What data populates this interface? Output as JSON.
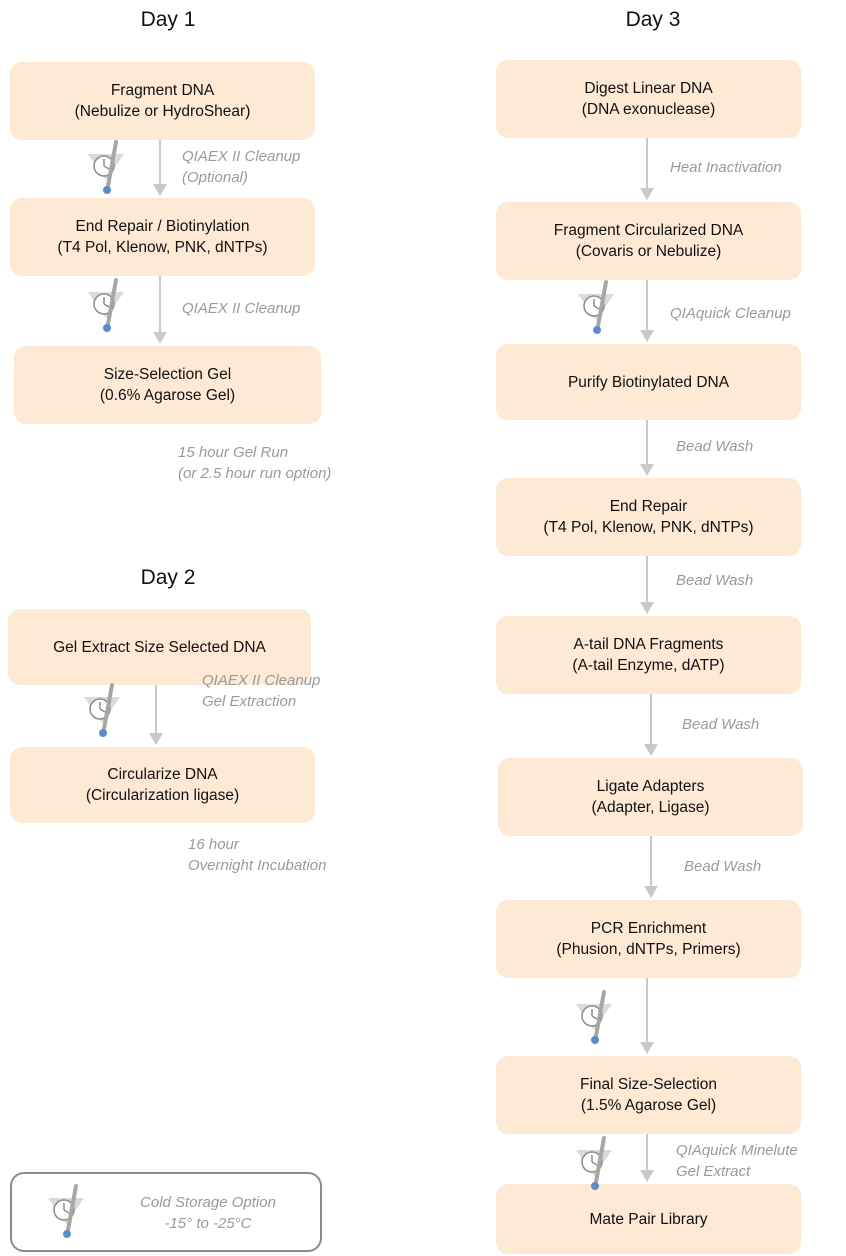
{
  "colors": {
    "box_fill": "#fde9d4",
    "arrow": "#c9c9c9",
    "note": "#9a9a9a",
    "timer_blue": "#5b8cc9"
  },
  "day1": {
    "title": "Day 1",
    "steps": [
      {
        "line1": "Fragment DNA",
        "line2": "(Nebulize or HydroShear)"
      },
      {
        "line1": "End Repair / Biotinylation",
        "line2": "(T4 Pol, Klenow, PNK, dNTPs)"
      },
      {
        "line1": "Size-Selection Gel",
        "line2": "(0.6% Agarose Gel)"
      }
    ],
    "notes": [
      {
        "line1": "QIAEX II Cleanup",
        "line2": "(Optional)"
      },
      {
        "line1": "QIAEX II Cleanup"
      },
      {
        "line1": "15 hour Gel Run",
        "line2": "(or 2.5 hour run option)"
      }
    ]
  },
  "day2": {
    "title": "Day 2",
    "steps": [
      {
        "line1": "Gel Extract Size Selected DNA"
      },
      {
        "line1": "Circularize DNA",
        "line2": "(Circularization ligase)"
      }
    ],
    "notes": [
      {
        "line1": "QIAEX II Cleanup",
        "line2": "Gel Extraction"
      },
      {
        "line1": "16 hour",
        "line2": "Overnight Incubation"
      }
    ]
  },
  "day3": {
    "title": "Day 3",
    "steps": [
      {
        "line1": "Digest Linear DNA",
        "line2": "(DNA exonuclease)"
      },
      {
        "line1": "Fragment Circularized DNA",
        "line2": "(Covaris or Nebulize)"
      },
      {
        "line1": "Purify Biotinylated DNA"
      },
      {
        "line1": "End Repair",
        "line2": "(T4 Pol, Klenow, PNK, dNTPs)"
      },
      {
        "line1": "A-tail DNA Fragments",
        "line2": "(A-tail Enzyme, dATP)"
      },
      {
        "line1": "Ligate Adapters",
        "line2": "(Adapter, Ligase)"
      },
      {
        "line1": "PCR Enrichment",
        "line2": "(Phusion, dNTPs, Primers)"
      },
      {
        "line1": "Final Size-Selection",
        "line2": "(1.5% Agarose Gel)"
      },
      {
        "line1": "Mate Pair Library"
      }
    ],
    "notes": [
      {
        "line1": "Heat Inactivation"
      },
      {
        "line1": "QIAquick Cleanup"
      },
      {
        "line1": "Bead Wash"
      },
      {
        "line1": "Bead Wash"
      },
      {
        "line1": "Bead Wash"
      },
      {
        "line1": "Bead Wash"
      },
      {
        "line1": "QIAquick Minelute",
        "line2": "Gel Extract"
      }
    ]
  },
  "legend": {
    "line1": "Cold Storage Option",
    "line2": "-15° to -25°C",
    "icon": "thermometer-clock-icon"
  }
}
